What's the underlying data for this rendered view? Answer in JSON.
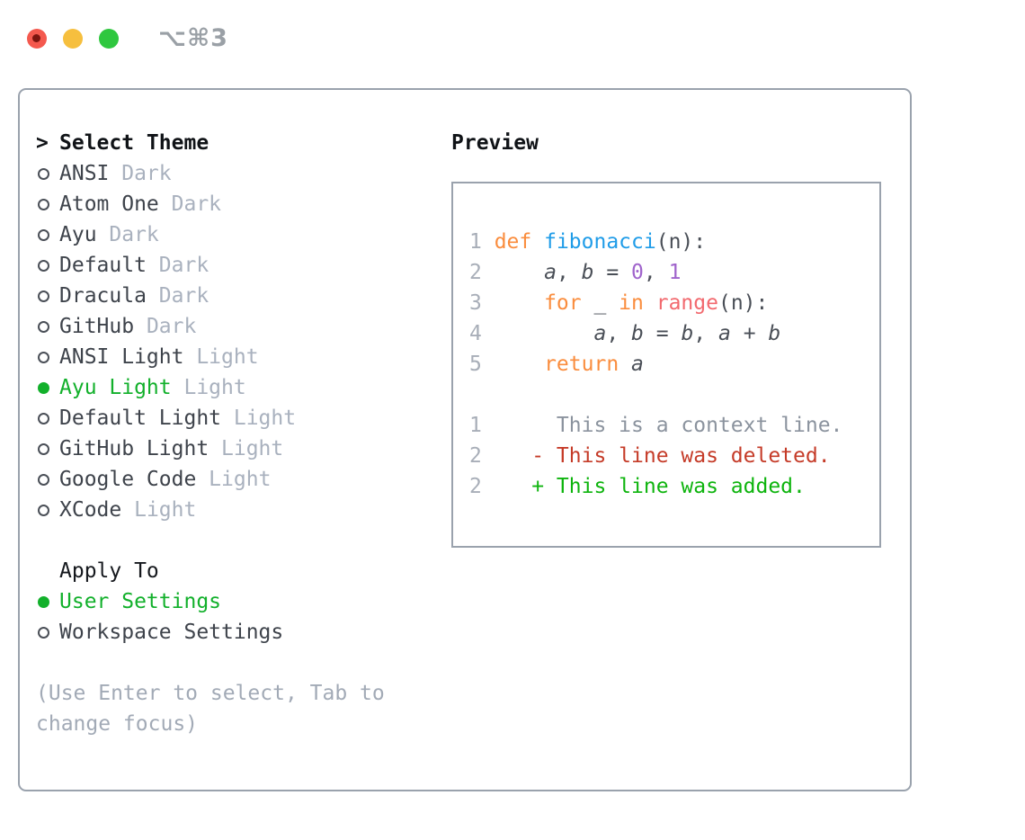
{
  "titlebar": {
    "shortcut": "⌥⌘3"
  },
  "theme_list": {
    "prompt": ">",
    "title": "Select Theme",
    "items": [
      {
        "name": "ANSI",
        "variant": "Dark",
        "selected": false
      },
      {
        "name": "Atom One",
        "variant": "Dark",
        "selected": false
      },
      {
        "name": "Ayu",
        "variant": "Dark",
        "selected": false
      },
      {
        "name": "Default",
        "variant": "Dark",
        "selected": false
      },
      {
        "name": "Dracula",
        "variant": "Dark",
        "selected": false
      },
      {
        "name": "GitHub",
        "variant": "Dark",
        "selected": false
      },
      {
        "name": "ANSI Light",
        "variant": "Light",
        "selected": false
      },
      {
        "name": "Ayu Light",
        "variant": "Light",
        "selected": true
      },
      {
        "name": "Default Light",
        "variant": "Light",
        "selected": false
      },
      {
        "name": "GitHub Light",
        "variant": "Light",
        "selected": false
      },
      {
        "name": "Google Code",
        "variant": "Light",
        "selected": false
      },
      {
        "name": "XCode",
        "variant": "Light",
        "selected": false
      }
    ]
  },
  "apply_to": {
    "title": "Apply To",
    "options": [
      {
        "label": "User Settings",
        "selected": true
      },
      {
        "label": "Workspace Settings",
        "selected": false
      }
    ]
  },
  "hint": "(Use Enter to select, Tab to change focus)",
  "preview": {
    "title": "Preview",
    "lines": [
      {
        "num": "1",
        "tokens": [
          [
            "def",
            "keyword"
          ],
          [
            " ",
            "plain"
          ],
          [
            "fibonacci",
            "function"
          ],
          [
            "(n):",
            "plain"
          ]
        ]
      },
      {
        "num": "2",
        "tokens": [
          [
            "    ",
            "plain"
          ],
          [
            "a",
            "var"
          ],
          [
            ", ",
            "plain"
          ],
          [
            "b",
            "var"
          ],
          [
            " = ",
            "plain"
          ],
          [
            "0",
            "number"
          ],
          [
            ", ",
            "plain"
          ],
          [
            "1",
            "number"
          ]
        ]
      },
      {
        "num": "3",
        "tokens": [
          [
            "    ",
            "plain"
          ],
          [
            "for",
            "keyword"
          ],
          [
            " _ ",
            "plain"
          ],
          [
            "in",
            "keyword"
          ],
          [
            " ",
            "plain"
          ],
          [
            "range",
            "builtin"
          ],
          [
            "(n):",
            "plain"
          ]
        ]
      },
      {
        "num": "4",
        "tokens": [
          [
            "        ",
            "plain"
          ],
          [
            "a",
            "var"
          ],
          [
            ", ",
            "plain"
          ],
          [
            "b",
            "var"
          ],
          [
            " = ",
            "plain"
          ],
          [
            "b",
            "var"
          ],
          [
            ", ",
            "plain"
          ],
          [
            "a",
            "var"
          ],
          [
            " + ",
            "plain"
          ],
          [
            "b",
            "var"
          ]
        ]
      },
      {
        "num": "5",
        "tokens": [
          [
            "    ",
            "plain"
          ],
          [
            "return",
            "keyword"
          ],
          [
            " ",
            "plain"
          ],
          [
            "a",
            "var"
          ]
        ]
      },
      {
        "num": "",
        "tokens": []
      },
      {
        "num": "1",
        "tokens": [
          [
            "     This is a context line.",
            "context"
          ]
        ]
      },
      {
        "num": "2",
        "tokens": [
          [
            "   - This line was deleted.",
            "deleted"
          ]
        ]
      },
      {
        "num": "2",
        "tokens": [
          [
            "   + This line was added.",
            "added"
          ]
        ]
      }
    ]
  },
  "colors": {
    "selection_green": "#12b02b",
    "keyword_orange": "#fa8d3e",
    "function_blue": "#1f9ce8",
    "number_purple": "#a064cc",
    "builtin_coral": "#f2696e",
    "deleted_red": "#c53b28",
    "added_green": "#0eb40e",
    "context_gray": "#8b939e",
    "panel_border_gray": "#9aa2ad",
    "traffic_red": "#f4594e",
    "traffic_yellow": "#f6bf3e",
    "traffic_green": "#2fc73f"
  }
}
